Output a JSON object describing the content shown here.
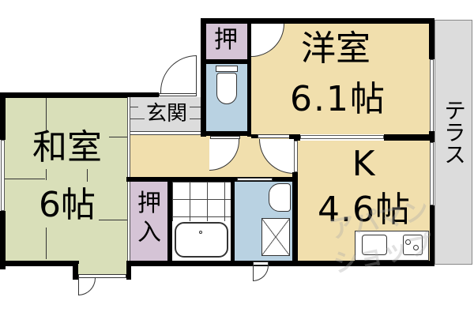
{
  "floorplan": {
    "colors": {
      "washitsu": "#d9dfb9",
      "yoshitsu": "#f1dfad",
      "kitchen": "#f1dfad",
      "hallway": "#f1dfad",
      "closet": "#d5c4d6",
      "toilet": "#b9d2e2",
      "washroom": "#b9d2e2",
      "genkan": "#dcdcdc",
      "terrace": "#dcdcdc",
      "wall": "#000000"
    },
    "rooms": {
      "washitsu": {
        "name": "和室",
        "size": "6帖"
      },
      "yoshitsu": {
        "name": "洋室",
        "size": "6.1帖"
      },
      "kitchen": {
        "name": "K",
        "size": "4.6帖"
      },
      "genkan": {
        "name": "玄関"
      },
      "closet_top": {
        "name": "押"
      },
      "oshiire": {
        "name_line1": "押",
        "name_line2": "入"
      },
      "terrace": {
        "name": "テラス"
      }
    },
    "watermark": {
      "line1": "アパマン",
      "line2": "ショップ"
    }
  }
}
